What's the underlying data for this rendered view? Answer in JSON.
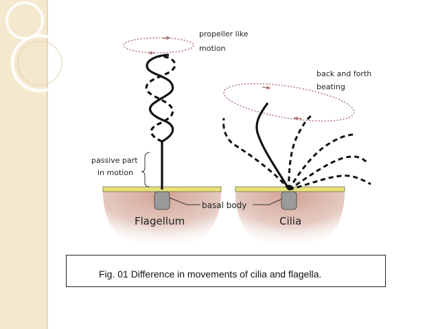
{
  "labels": {
    "propeller_line1": "propeller like",
    "propeller_line2": "motion",
    "beating_line1": "back and forth",
    "beating_line2": "beating",
    "passive_line1": "passive part",
    "passive_line2": "in motion",
    "basal_body": "basal body",
    "flagellum": "Flagellum",
    "cilia": "Cilia"
  },
  "caption": "Fig. 01 Difference in movements of cilia and flagella.",
  "colors": {
    "side_band": "#f4e8cf",
    "cell_membrane": "#e6e27a",
    "cytoplasm": "#8a4f3a",
    "motion_path": "#b07878",
    "basal_body": "#9a9a9a"
  }
}
